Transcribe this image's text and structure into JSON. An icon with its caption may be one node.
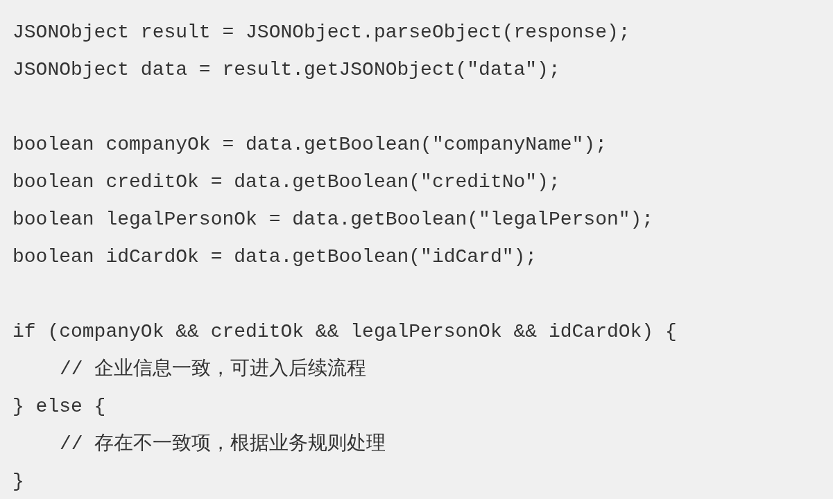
{
  "diagram": {
    "labels": [
      "JSONObject result = JSONObject.parseObject(response);",
      "JSONObject data = result.getJSONObject(\"data\");",
      "boolean companyOk = data.getBoolean(\"companyName\");",
      "boolean creditOk = data.getBoolean(\"creditNo\");",
      "boolean legalPersonOk = data.getBoolean(\"legalPerson\");",
      "boolean idCardOk = data.getBoolean(\"idCard\");",
      "if (companyOk && creditOk && legalPersonOk && idCardOk) {",
      "// 企业信息一致，可进入后续流程",
      "} else {",
      "// 存在不一致项，根据业务规则处理",
      "}"
    ]
  }
}
